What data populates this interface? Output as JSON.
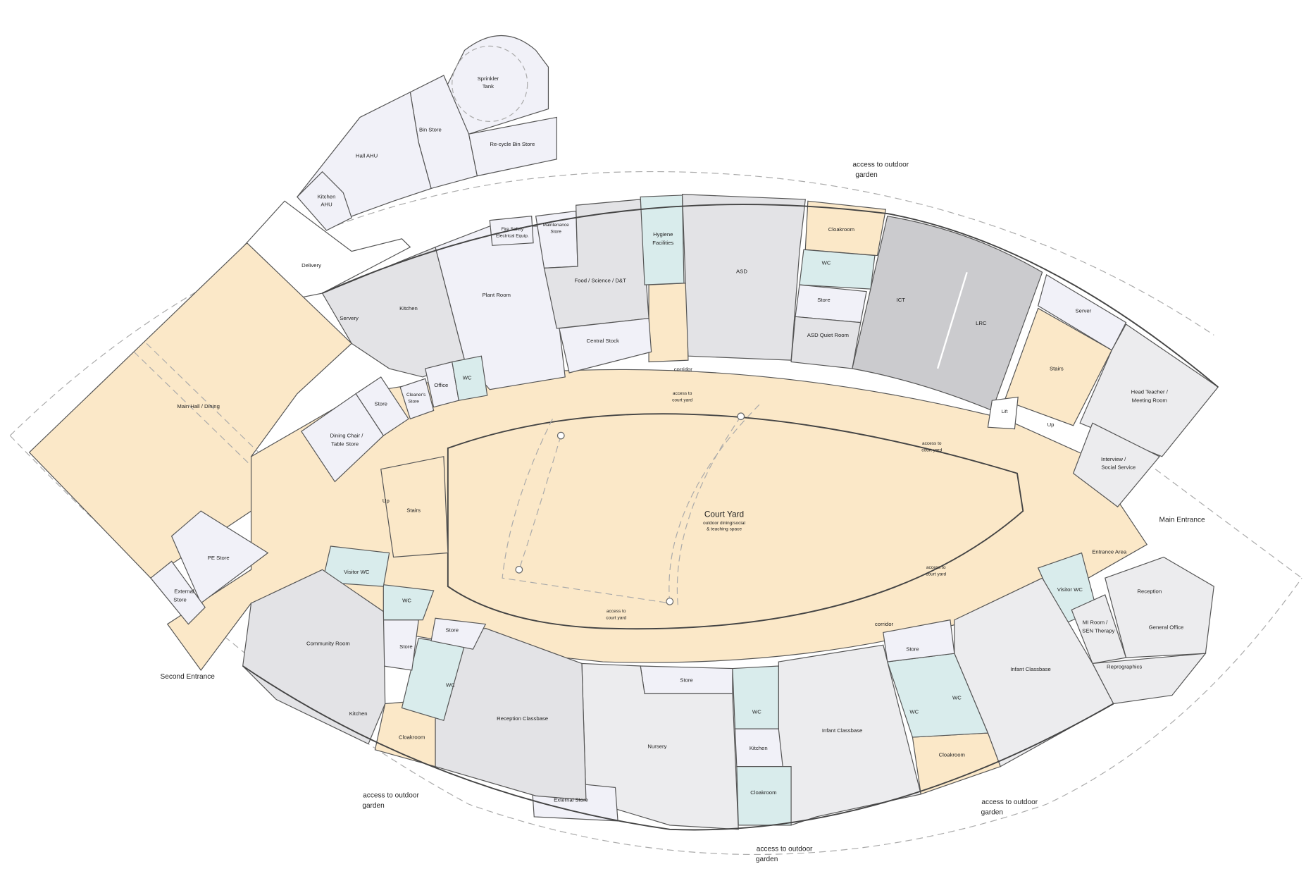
{
  "plan": {
    "service_block": {
      "sprinkler_tank": [
        "Sprinkler",
        "Tank"
      ],
      "bin_store": "Bin Store",
      "recycle_bin_store": "Re-cycle Bin Store",
      "hall_ahu": "Hall AHU",
      "kitchen_ahu": [
        "Kitchen",
        "AHU"
      ],
      "delivery": "Delivery"
    },
    "north_wing": {
      "fire_safety": [
        "Fire Safety",
        "Electrical Equip."
      ],
      "maintenance_store": [
        "Maintenance",
        "Store"
      ],
      "food_science": "Food / Science / D&T",
      "hygiene": [
        "Hygiene",
        "Facilities"
      ],
      "access_garden_top": [
        "access to outdoor",
        "garden"
      ],
      "cloakroom": "Cloakroom",
      "wc": "WC",
      "asd": "ASD",
      "store": "Store",
      "ict": "ICT",
      "lrc": "LRC",
      "asd_quiet": "ASD Quiet Room",
      "kitchen": "Kitchen",
      "servery": "Servery",
      "plant_room": "Plant Room",
      "central_stock": "Central Stock",
      "corridor": "corridor",
      "access_court_1": [
        "access to",
        "court yard"
      ],
      "wc_small": "WC",
      "office": "Office",
      "cleaners_store": [
        "Cleaner's",
        "Store"
      ],
      "store_left": "Store",
      "main_hall": "Main Hall / Dining",
      "dining_store": [
        "Dining Chair /",
        "Table Store"
      ]
    },
    "east_wing": {
      "server": "Server",
      "stairs": "Stairs",
      "lift": "Lift",
      "up": "Up",
      "head_teacher": [
        "Head Teacher /",
        "Meeting Room"
      ],
      "access_court_2": [
        "access to",
        "court yard"
      ],
      "interview": [
        "Interview /",
        "Social Service"
      ],
      "main_entrance": "Main Entrance",
      "entrance_area": "Entrance Area",
      "access_court_3": [
        "access to",
        "court yard"
      ],
      "visitor_wc": "Visitor WC",
      "reception": "Reception",
      "mi_room": [
        "MI Room /",
        "SEN Therapy"
      ],
      "general_office": "General Office",
      "reprographics": "Reprographics"
    },
    "courtyard": {
      "title": "Court Yard",
      "subtitle": [
        "outdoor dining/social",
        "& teaching space"
      ]
    },
    "west_wing": {
      "up": "Up",
      "stairs": "Stairs",
      "pe_store": "PE Store",
      "visitor_wc": "Visitor WC",
      "external_store": [
        "External",
        "Store"
      ],
      "wc": "WC",
      "second_entrance": "Second Entrance"
    },
    "south_wing": {
      "access_court_4": [
        "access to",
        "court yard"
      ],
      "corridor": "corridor",
      "store_1": "Store",
      "community_room": "Community Room",
      "store_2": "Store",
      "store_3": "Store",
      "infant_classbase_1": "Infant Classbase",
      "store_4": "Store",
      "wc_1": "WC",
      "wc_2": "WC",
      "wc_3": "WC",
      "wc_4": "WC",
      "kitchen_1": "Kitchen",
      "reception_classbase": "Reception Classbase",
      "infant_classbase_2": "Infant Classbase",
      "cloakroom_1": "Cloakroom",
      "nursery": "Nursery",
      "kitchen_2": "Kitchen",
      "cloakroom_2": "Cloakroom",
      "cloakroom_3": "Cloakroom",
      "access_garden_1": [
        "access to outdoor",
        "garden"
      ],
      "external_store": "External Store",
      "access_garden_2": [
        "access to outdoor",
        "garden"
      ],
      "access_garden_3": [
        "access to outdoor",
        "garden"
      ]
    },
    "colors": {
      "circulation": "#fbe8c8",
      "teaching": "#e3e3e6",
      "ict_lrc": "#cbcbce",
      "stores": "#f1f1f8",
      "wet_areas": "#d9ecec"
    }
  }
}
